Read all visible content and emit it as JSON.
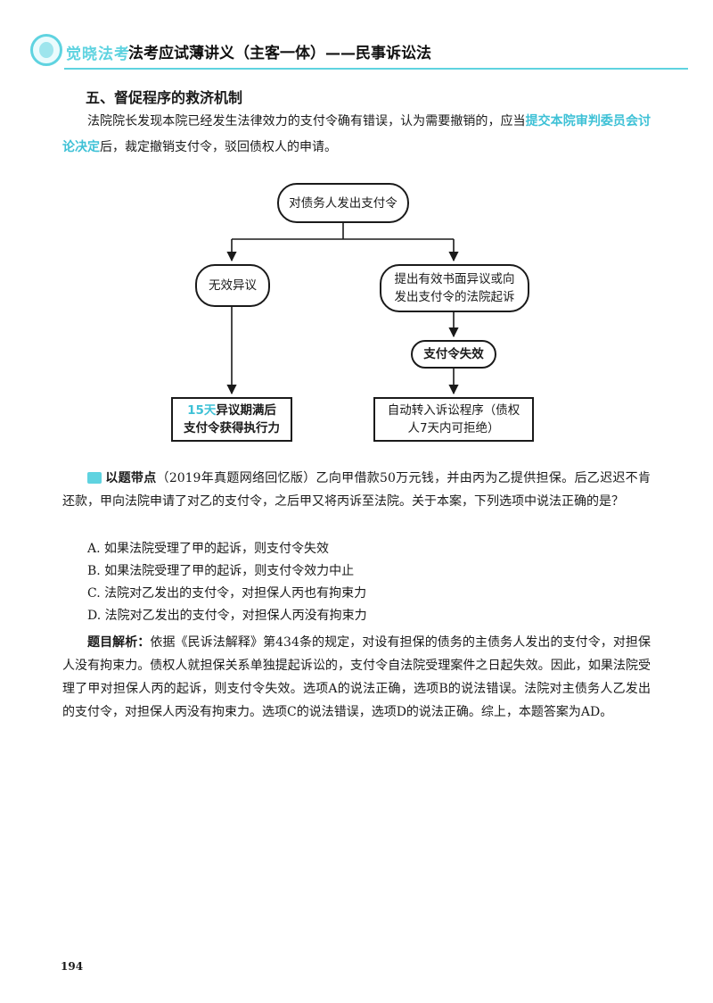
{
  "header": {
    "logo_text": "觉晓法考",
    "title": "法考应试薄讲义（主客一体）——民事诉讼法"
  },
  "section": {
    "title": "五、督促程序的救济机制",
    "para_before": "法院院长发现本院已经发生法律效力的支付令确有错误，认为需要撤销的，应当",
    "para_highlight": "提交本院审判委员会讨论决定",
    "para_after": "后，裁定撤销支付令，驳回债权人的申请。"
  },
  "flowchart": {
    "start": "对债务人发出支付令",
    "left_branch": "无效异议",
    "right_branch_line1": "提出有效书面异议或向",
    "right_branch_line2": "发出支付令的法院起诉",
    "middle": "支付令失效",
    "left_end_highlight": "15天",
    "left_end_line1_rest": "异议期满后",
    "left_end_line2": "支付令获得执行力",
    "right_end_line1": "自动转入诉讼程序（债权",
    "right_end_line2": "人7天内可拒绝）"
  },
  "question": {
    "label": "以题带点",
    "text": "（2019年真题网络回忆版）乙向甲借款50万元钱，并由丙为乙提供担保。后乙迟迟不肯还款，甲向法院申请了对乙的支付令，之后甲又将丙诉至法院。关于本案，下列选项中说法正确的是？",
    "options": [
      "A. 如果法院受理了甲的起诉，则支付令失效",
      "B. 如果法院受理了甲的起诉，则支付令效力中止",
      "C. 法院对乙发出的支付令，对担保人丙也有拘束力",
      "D. 法院对乙发出的支付令，对担保人丙没有拘束力"
    ]
  },
  "analysis": {
    "label": "题目解析：",
    "text": "依据《民诉法解释》第434条的规定，对设有担保的债务的主债务人发出的支付令，对担保人没有拘束力。债权人就担保关系单独提起诉讼的，支付令自法院受理案件之日起失效。因此，如果法院受理了甲对担保人丙的起诉，则支付令失效。选项A的说法正确，选项B的说法错误。法院对主债务人乙发出的支付令，对担保人丙没有拘束力。选项C的说法错误，选项D的说法正确。综上，本题答案为AD。"
  },
  "page_number": "194",
  "colors": {
    "accent": "#3ec1d6",
    "logo": "#5fd3e0"
  }
}
